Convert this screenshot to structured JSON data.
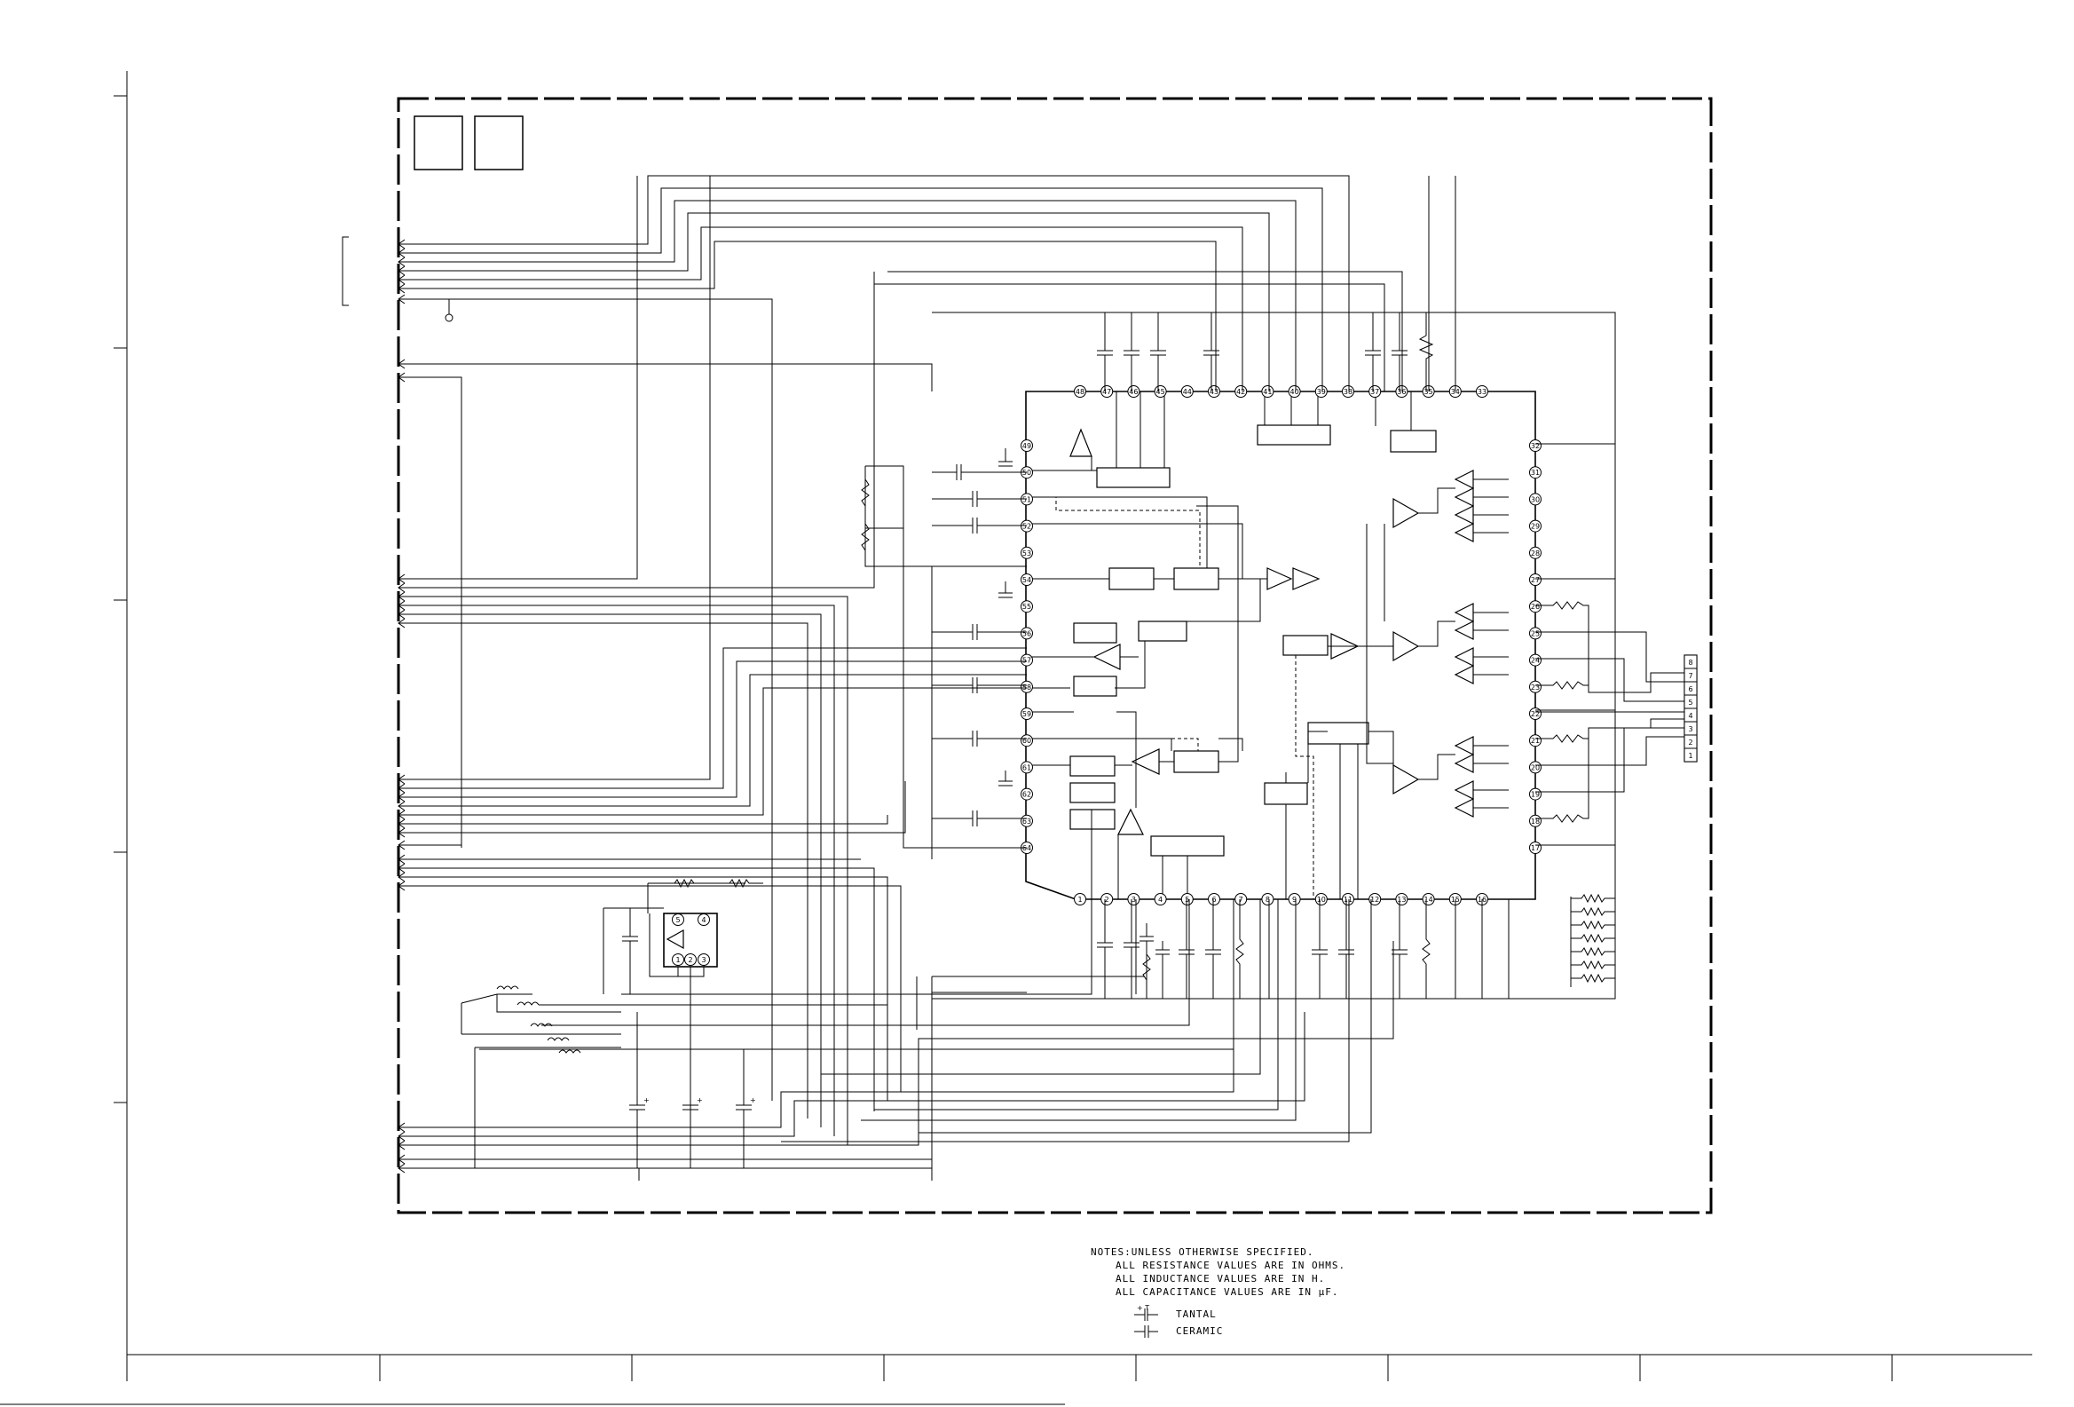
{
  "ic": {
    "pins_top": [
      "48",
      "47",
      "46",
      "45",
      "44",
      "43",
      "42",
      "41",
      "40",
      "39",
      "38",
      "37",
      "36",
      "35",
      "34",
      "33"
    ],
    "pins_left": [
      "49",
      "50",
      "51",
      "52",
      "53",
      "54",
      "55",
      "56",
      "57",
      "58",
      "59",
      "60",
      "61",
      "62",
      "63",
      "64"
    ],
    "pins_right": [
      "32",
      "31",
      "30",
      "29",
      "28",
      "27",
      "26",
      "25",
      "24",
      "23",
      "22",
      "21",
      "20",
      "19",
      "18",
      "17"
    ],
    "pins_bottom": [
      "1",
      "2",
      "3",
      "4",
      "5",
      "6",
      "7",
      "8",
      "9",
      "10",
      "11",
      "12",
      "13",
      "14",
      "15",
      "16"
    ]
  },
  "sub_ic": {
    "pins_top": [
      "5",
      "4"
    ],
    "pins_bottom": [
      "1",
      "2",
      "3"
    ]
  },
  "connector": {
    "pins": [
      "8",
      "7",
      "6",
      "5",
      "4",
      "3",
      "2",
      "1"
    ]
  },
  "notes": {
    "line1": "NOTES:UNLESS OTHERWISE SPECIFIED.",
    "line2": "ALL RESISTANCE VALUES ARE IN OHMS.",
    "line3": "ALL INDUCTANCE VALUES ARE IN H.",
    "line4": "ALL CAPACITANCE VALUES ARE IN µF.",
    "tantal_marks": "+ T",
    "tantal": "TANTAL",
    "ceramic": "CERAMIC"
  }
}
